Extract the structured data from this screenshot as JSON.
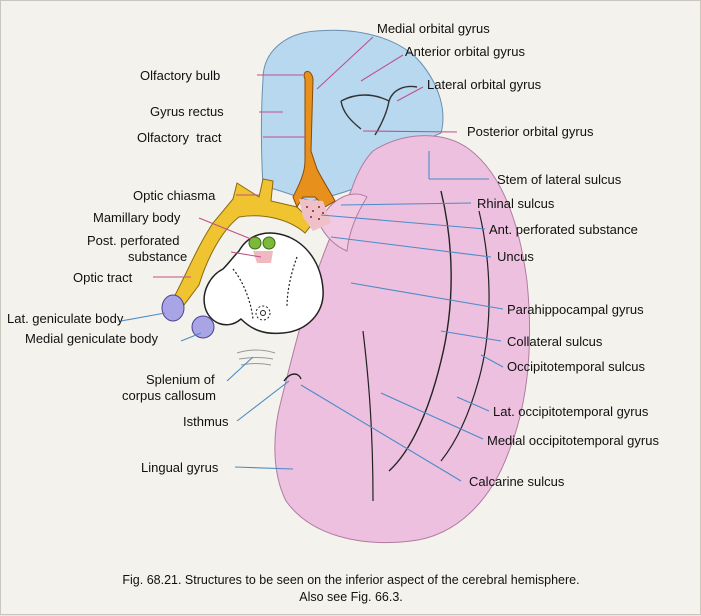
{
  "colors": {
    "orbital_fill": "#b8d8f0",
    "temporal_fill": "#ecc0de",
    "optic_yellow": "#f0c430",
    "olfactory_orange": "#e8901c",
    "geniculate_violet": "#a9a4e6",
    "mamillary_green": "#7cb83a",
    "leader_blue": "#4c8bc8",
    "leader_pink": "#c0508a"
  },
  "labels": {
    "medial_orbital_gyrus": "Medial orbital gyrus",
    "anterior_orbital_gyrus": "Anterior orbital gyrus",
    "lateral_orbital_gyrus": "Lateral orbital gyrus",
    "olfactory_bulb": "Olfactory bulb",
    "gyrus_rectus": "Gyrus rectus",
    "olfactory_tract": "Olfactory  tract",
    "posterior_orbital_gyrus": "Posterior orbital gyrus",
    "stem_of_lateral_sulcus": "Stem of lateral sulcus",
    "optic_chiasma": "Optic chiasma",
    "rhinal_sulcus": "Rhinal sulcus",
    "mamillary_body": "Mamillary body",
    "ant_perforated_substance": "Ant. perforated substance",
    "post_perforated_1": "Post. perforated",
    "post_perforated_2": "substance",
    "uncus": "Uncus",
    "optic_tract": "Optic tract",
    "parahippocampal_gyrus": "Parahippocampal gyrus",
    "lat_geniculate_body": "Lat. geniculate body",
    "collateral_sulcus": "Collateral sulcus",
    "medial_geniculate_body": "Medial geniculate body",
    "occipitotemporal_sulcus": "Occipitotemporal sulcus",
    "splenium_1": "Splenium of",
    "splenium_2": "corpus callosum",
    "lat_occipitotemporal_gyrus": "Lat. occipitotemporal gyrus",
    "isthmus": "Isthmus",
    "medial_occipitotemporal_gyrus": "Medial occipitotemporal gyrus",
    "lingual_gyrus": "Lingual gyrus",
    "calcarine_sulcus": "Calcarine sulcus"
  },
  "caption": {
    "line1": "Fig. 68.21. Structures to be seen on the inferior aspect of the cerebral hemisphere.",
    "line2": "Also see Fig. 66.3."
  }
}
